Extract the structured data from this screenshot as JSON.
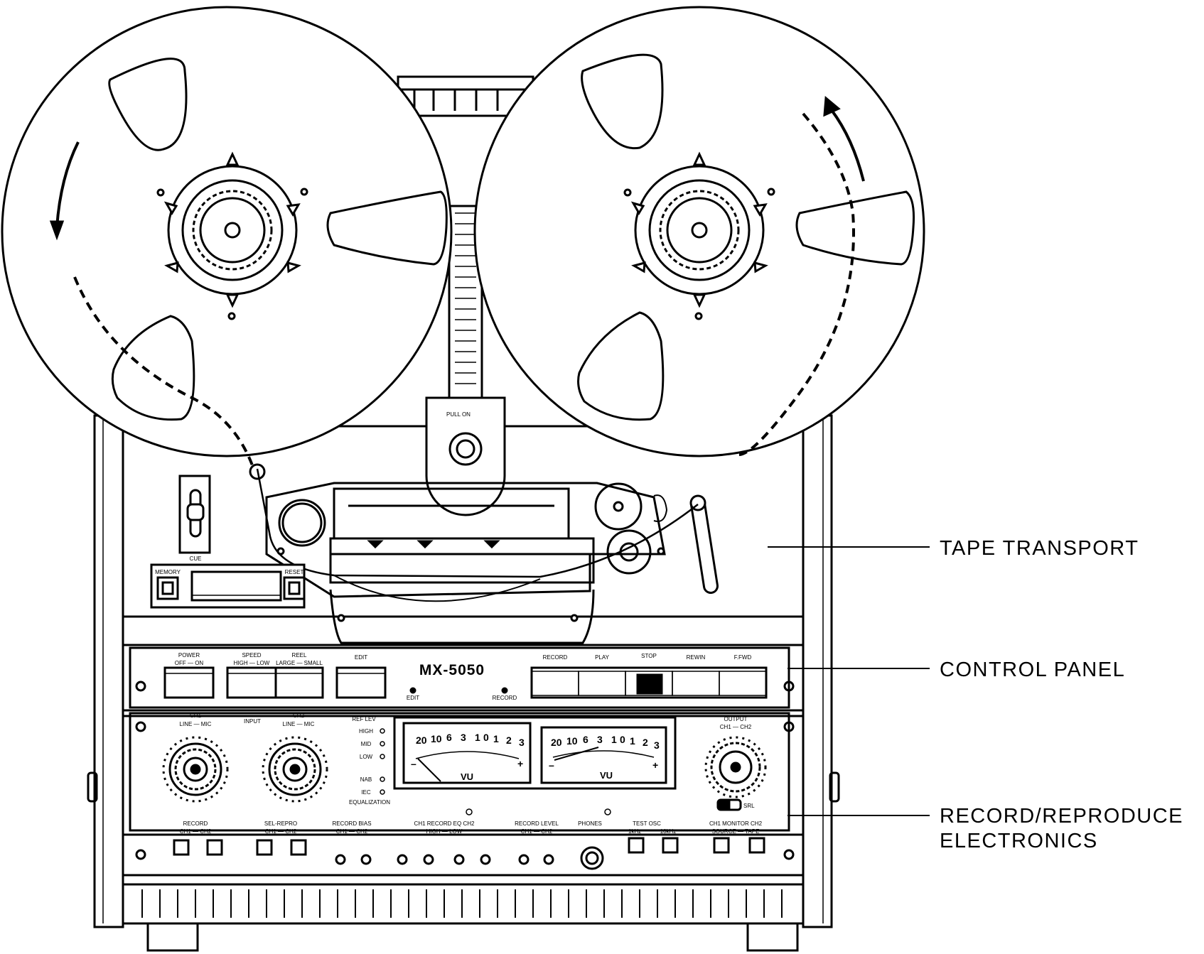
{
  "callouts": {
    "tape_transport": "TAPE TRANSPORT",
    "control_panel": "CONTROL PANEL",
    "record_reproduce_line1": "RECORD/REPRODUCE",
    "record_reproduce_line2": "ELECTRONICS"
  },
  "model": "MX-5050",
  "transport": {
    "cue": "CUE",
    "memory": "MEMORY",
    "reset": "RESET",
    "pull_on": "PULL ON"
  },
  "control_panel": {
    "power": "POWER",
    "power_sub": "OFF — ON",
    "speed": "SPEED",
    "speed_sub": "HIGH — LOW",
    "reel": "REEL",
    "reel_sub": "LARGE — SMALL",
    "edit": "EDIT",
    "edit_led": "EDIT",
    "record_led": "RECORD",
    "transport_buttons": [
      "RECORD",
      "PLAY",
      "STOP",
      "REWIN",
      "F.FWD"
    ]
  },
  "electronics": {
    "ch1": "CH1",
    "ch2": "CH2",
    "input": "INPUT",
    "line_mic": "LINE — MIC",
    "ref_lev": "REF LEV",
    "ref_levels": [
      "HIGH",
      "MID",
      "LOW"
    ],
    "nab": "NAB",
    "iec": "IEC",
    "equalization": "EQUALIZATION",
    "vu_scale": [
      "20",
      "10",
      "6",
      "3",
      "1",
      "0",
      "1",
      "2",
      "3"
    ],
    "vu_label": "VU",
    "output": "OUTPUT",
    "srl": "SRL",
    "ch1_ch2": "CH1 — CH2",
    "bottom_labels": [
      "RECORD",
      "SEL-REPRO",
      "RECORD BIAS",
      "CH1 RECORD EQ CH2",
      "RECORD LEVEL",
      "PHONES",
      "TEST OSC",
      "CH1 MONITOR CH2"
    ],
    "record_eq_sub": "HIGH — LOW",
    "test_osc_sub": [
      "1kHz",
      "10kHz"
    ],
    "monitor_sub": "SOURCE — TAPE"
  }
}
